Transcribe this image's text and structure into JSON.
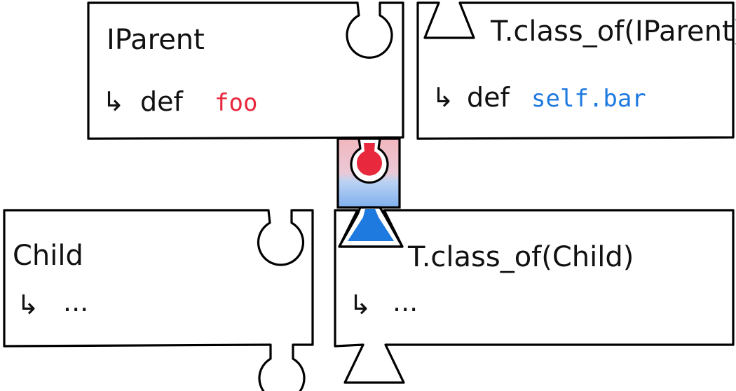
{
  "colors": {
    "ink": "#111111",
    "instance_method": "#e8283c",
    "class_method": "#1f7ae0"
  },
  "pieces": {
    "iparent": {
      "title": "IParent",
      "arrow": "↳",
      "keyword": "def",
      "method": "foo"
    },
    "iparent_singleton": {
      "title": "T.class_of(IParent)",
      "arrow": "↳",
      "keyword": "def",
      "method": "self.bar"
    },
    "child": {
      "title": "Child",
      "arrow": "↳",
      "body": "..."
    },
    "child_singleton": {
      "title": "T.class_of(Child)",
      "arrow": "↳",
      "body": "..."
    }
  },
  "connector": {
    "icon": "mixin-connector-icon"
  }
}
